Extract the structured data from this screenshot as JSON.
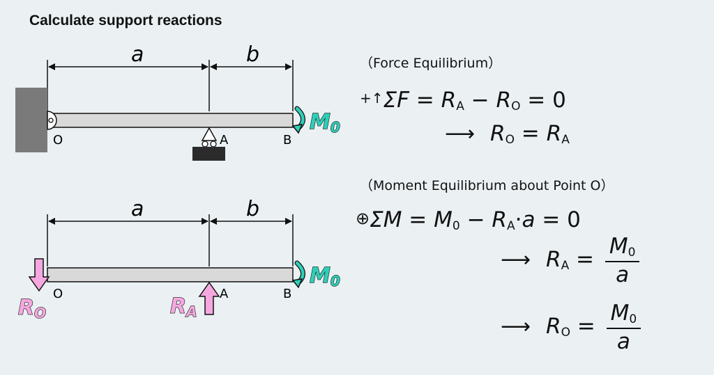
{
  "title": "Calculate support reactions",
  "diagram1": {
    "dim_a": "a",
    "dim_b": "b",
    "label_O": "O",
    "label_A": "A",
    "label_B": "B",
    "moment_label": "M",
    "moment_sub": "0"
  },
  "diagram2": {
    "dim_a": "a",
    "dim_b": "b",
    "label_O": "O",
    "label_A": "A",
    "label_B": "B",
    "moment_label": "M",
    "moment_sub": "0",
    "reaction_O": "R",
    "reaction_O_sub": "O",
    "reaction_A": "R",
    "reaction_A_sub": "A"
  },
  "force_eq": {
    "heading": "（Force Equilibrium）",
    "sign": "+↑",
    "sigma": "Σ",
    "var": "F",
    "rhs_pre": " = ",
    "R": "R",
    "sub_A": "A",
    "minus": " − ",
    "sub_O": "O",
    "equals_zero": " = 0",
    "result_arrow": "⟶",
    "result_lhs_sub": "O",
    "result_eq": " = ",
    "result_rhs_sub": "A"
  },
  "moment_eq": {
    "heading": "（Moment Equilibrium about Point O）",
    "sign": "⊕",
    "sigma": "Σ",
    "var": "M",
    "eq": " = ",
    "M": "M",
    "M_sub": "0",
    "minus": " − ",
    "R": "R",
    "R_sub": "A",
    "dot": "·",
    "a": "a",
    "equals_zero": " = 0",
    "result1_arrow": "⟶",
    "result1_sub": "A",
    "result2_arrow": "⟶",
    "result2_sub": "O",
    "frac_eq": " = "
  },
  "colors": {
    "background": "#ebf1f3",
    "wall": "#7a7a7a",
    "beam": "#d9d9d9",
    "moment": "#2ecfb9",
    "reaction": "#f5a8e0",
    "support_block": "#2b2b2b"
  }
}
